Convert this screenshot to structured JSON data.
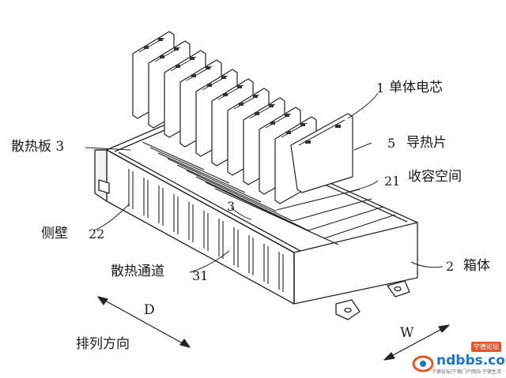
{
  "labels": {
    "cell_num": "1",
    "cell": "单体电芯",
    "sheet_num": "5",
    "sheet": "导热片",
    "plate": "散热板 3",
    "space_num": "21",
    "space": "收容空间",
    "side_wall": "侧壁",
    "side_wall_num": "22",
    "plate_num": "3",
    "channel": "散热通道",
    "channel_num": "31",
    "box_num": "2",
    "box": "箱体",
    "dir_d": "D",
    "arrangement": "排列方向",
    "dir_w": "W"
  },
  "watermark": {
    "brand": "ndbbs.com",
    "badge": "宁德论坛",
    "sub": "宁德论坛|宁德门户网站·宁德生活"
  }
}
